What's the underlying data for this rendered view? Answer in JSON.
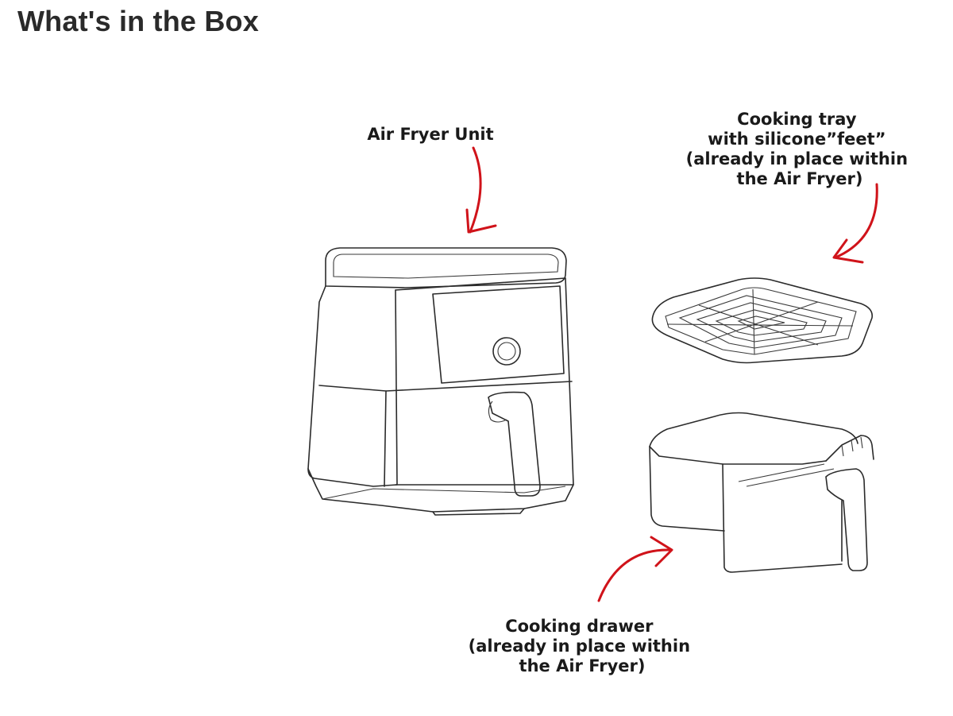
{
  "page": {
    "title": "What's in the Box"
  },
  "figure": {
    "labels": {
      "air_fryer_unit": "Air Fryer Unit",
      "cooking_tray": [
        "Cooking tray",
        "with silicone”feet”",
        "(already in place within",
        "the Air Fryer)"
      ],
      "cooking_drawer": [
        "Cooking drawer",
        "(already in place within",
        "the Air Fryer)"
      ]
    },
    "colors": {
      "arrow": "#d0131a",
      "line_art": "#2b2b2b"
    }
  }
}
